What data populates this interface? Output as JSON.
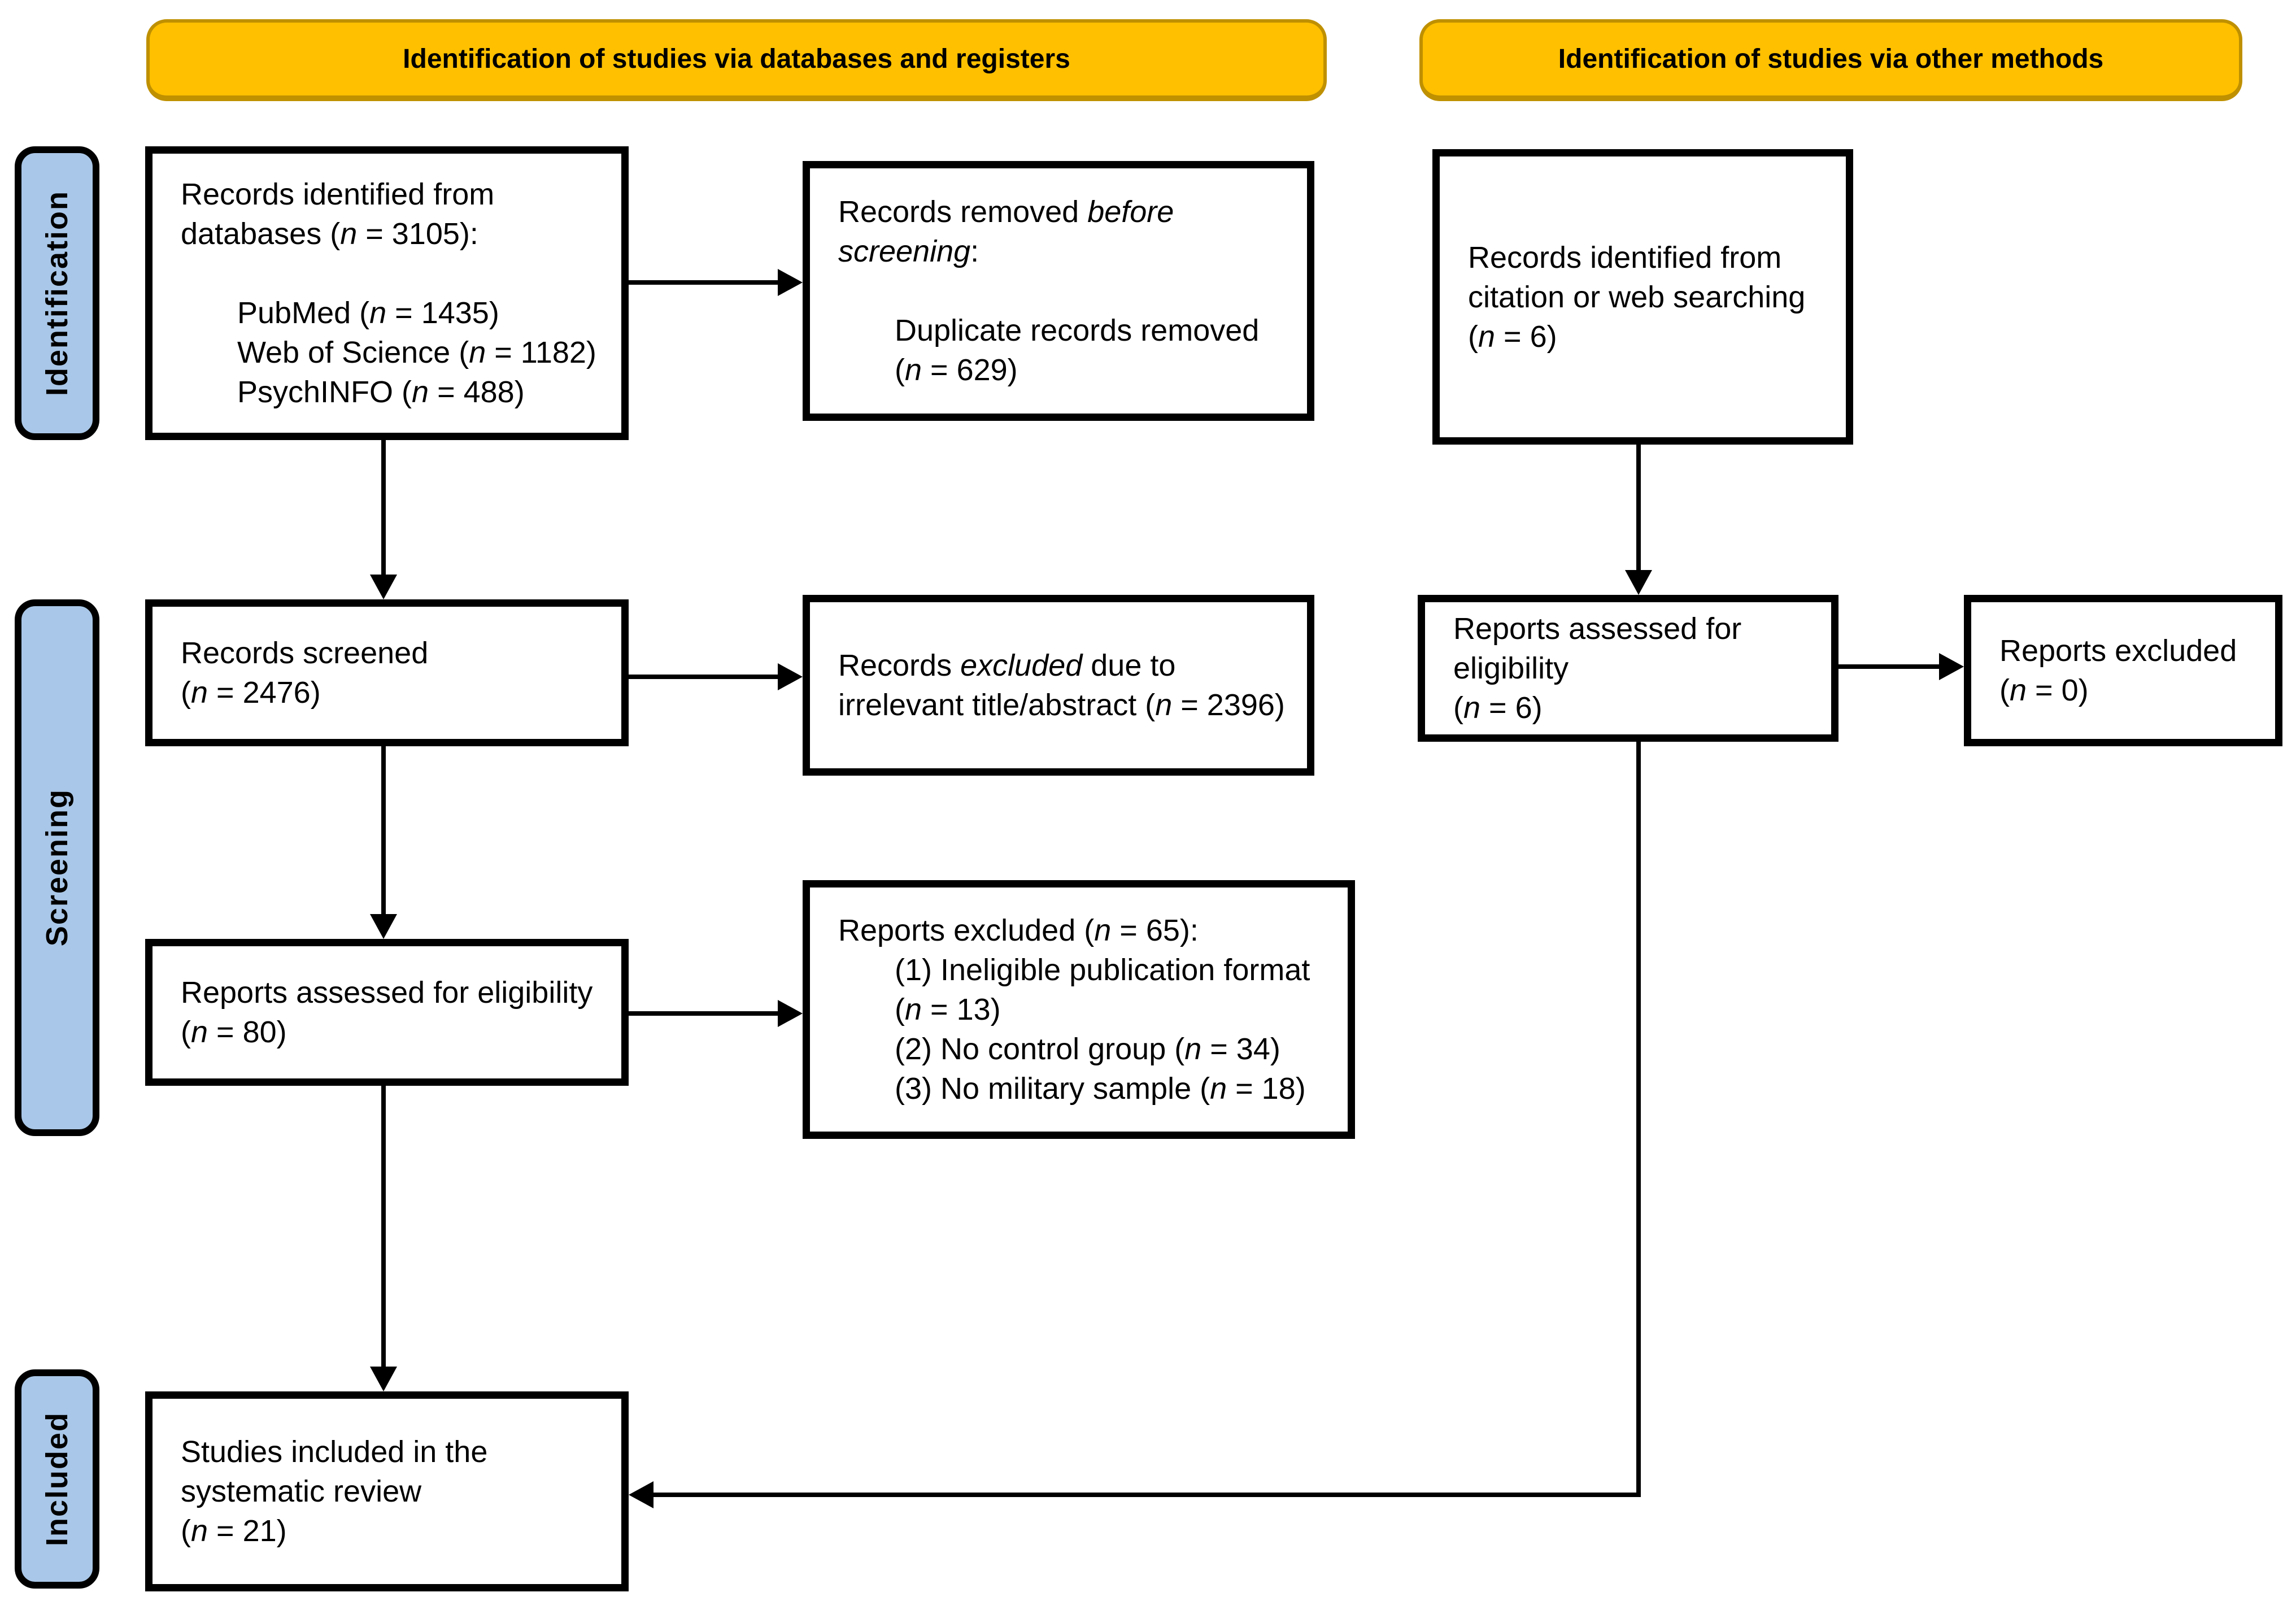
{
  "colors": {
    "banner_fill": "#FFC000",
    "banner_border": "#BF9000",
    "sidebar_fill": "#A9C7E8"
  },
  "banners": [
    {
      "label": "Identification of studies via databases and registers"
    },
    {
      "label": "Identification of studies via other methods"
    }
  ],
  "sidebar": [
    {
      "label": "Identification"
    },
    {
      "label": "Screening"
    },
    {
      "label": "Included"
    }
  ],
  "boxes": {
    "records_identified_databases": {
      "lines": [
        {
          "segments": [
            {
              "text": "Records identified from"
            }
          ]
        },
        {
          "segments": [
            {
              "text": "databases ("
            },
            {
              "text": "n",
              "italic": true
            },
            {
              "text": " = 3105):"
            }
          ]
        },
        {
          "blank": true,
          "segments": []
        },
        {
          "indent": true,
          "segments": [
            {
              "text": "PubMed ("
            },
            {
              "text": "n",
              "italic": true
            },
            {
              "text": " = 1435)"
            }
          ]
        },
        {
          "indent": true,
          "segments": [
            {
              "text": "Web of Science ("
            },
            {
              "text": "n",
              "italic": true
            },
            {
              "text": " = 1182)"
            }
          ]
        },
        {
          "indent": true,
          "segments": [
            {
              "text": "PsychINFO ("
            },
            {
              "text": "n",
              "italic": true
            },
            {
              "text": " = 488)"
            }
          ]
        }
      ]
    },
    "records_removed_before_screening": {
      "lines": [
        {
          "segments": [
            {
              "text": "Records removed "
            },
            {
              "text": "before",
              "italic": true
            }
          ]
        },
        {
          "segments": [
            {
              "text": "screening",
              "italic": true
            },
            {
              "text": ":"
            }
          ]
        },
        {
          "blank": true,
          "segments": []
        },
        {
          "indent": true,
          "segments": [
            {
              "text": "Duplicate records removed"
            }
          ]
        },
        {
          "indent": true,
          "segments": [
            {
              "text": "("
            },
            {
              "text": "n",
              "italic": true
            },
            {
              "text": " = 629)"
            }
          ]
        }
      ]
    },
    "records_identified_other": {
      "lines": [
        {
          "segments": [
            {
              "text": "Records identified from"
            }
          ]
        },
        {
          "segments": [
            {
              "text": "citation or web searching"
            }
          ]
        },
        {
          "segments": [
            {
              "text": "("
            },
            {
              "text": "n",
              "italic": true
            },
            {
              "text": " = 6)"
            }
          ]
        }
      ]
    },
    "records_screened": {
      "lines": [
        {
          "segments": [
            {
              "text": "Records screened"
            }
          ]
        },
        {
          "segments": [
            {
              "text": "("
            },
            {
              "text": "n",
              "italic": true
            },
            {
              "text": " = 2476)"
            }
          ]
        }
      ]
    },
    "records_excluded": {
      "lines": [
        {
          "segments": [
            {
              "text": "Records "
            },
            {
              "text": "excluded",
              "italic": true
            },
            {
              "text": " due to"
            }
          ]
        },
        {
          "segments": [
            {
              "text": "irrelevant title/abstract ("
            },
            {
              "text": "n",
              "italic": true
            },
            {
              "text": " = 2396)"
            }
          ]
        }
      ]
    },
    "reports_assessed_databases": {
      "lines": [
        {
          "segments": [
            {
              "text": "Reports assessed for eligibility"
            }
          ]
        },
        {
          "segments": [
            {
              "text": "("
            },
            {
              "text": "n",
              "italic": true
            },
            {
              "text": " = 80)"
            }
          ]
        }
      ]
    },
    "reports_excluded_reasons": {
      "lines": [
        {
          "segments": [
            {
              "text": "Reports excluded ("
            },
            {
              "text": "n",
              "italic": true
            },
            {
              "text": " = 65):"
            }
          ]
        },
        {
          "indent": true,
          "segments": [
            {
              "text": "(1) Ineligible publication format"
            }
          ]
        },
        {
          "indent": true,
          "segments": [
            {
              "text": "("
            },
            {
              "text": "n",
              "italic": true
            },
            {
              "text": " = 13)"
            }
          ]
        },
        {
          "indent": true,
          "segments": [
            {
              "text": "(2) No control group ("
            },
            {
              "text": "n",
              "italic": true
            },
            {
              "text": " = 34)"
            }
          ]
        },
        {
          "indent": true,
          "segments": [
            {
              "text": "(3) No military sample ("
            },
            {
              "text": "n",
              "italic": true
            },
            {
              "text": " = 18)"
            }
          ]
        }
      ]
    },
    "reports_assessed_other": {
      "lines": [
        {
          "segments": [
            {
              "text": "Reports assessed for"
            }
          ]
        },
        {
          "segments": [
            {
              "text": "eligibility"
            }
          ]
        },
        {
          "segments": [
            {
              "text": "("
            },
            {
              "text": "n",
              "italic": true
            },
            {
              "text": " = 6)"
            }
          ]
        }
      ]
    },
    "reports_excluded_other": {
      "lines": [
        {
          "segments": [
            {
              "text": "Reports excluded"
            }
          ]
        },
        {
          "segments": [
            {
              "text": "("
            },
            {
              "text": "n",
              "italic": true
            },
            {
              "text": " = 0)"
            }
          ]
        }
      ]
    },
    "studies_included": {
      "lines": [
        {
          "segments": [
            {
              "text": "Studies included in the"
            }
          ]
        },
        {
          "segments": [
            {
              "text": "systematic review"
            }
          ]
        },
        {
          "segments": [
            {
              "text": "("
            },
            {
              "text": "n",
              "italic": true
            },
            {
              "text": " = 21)"
            }
          ]
        }
      ]
    }
  }
}
